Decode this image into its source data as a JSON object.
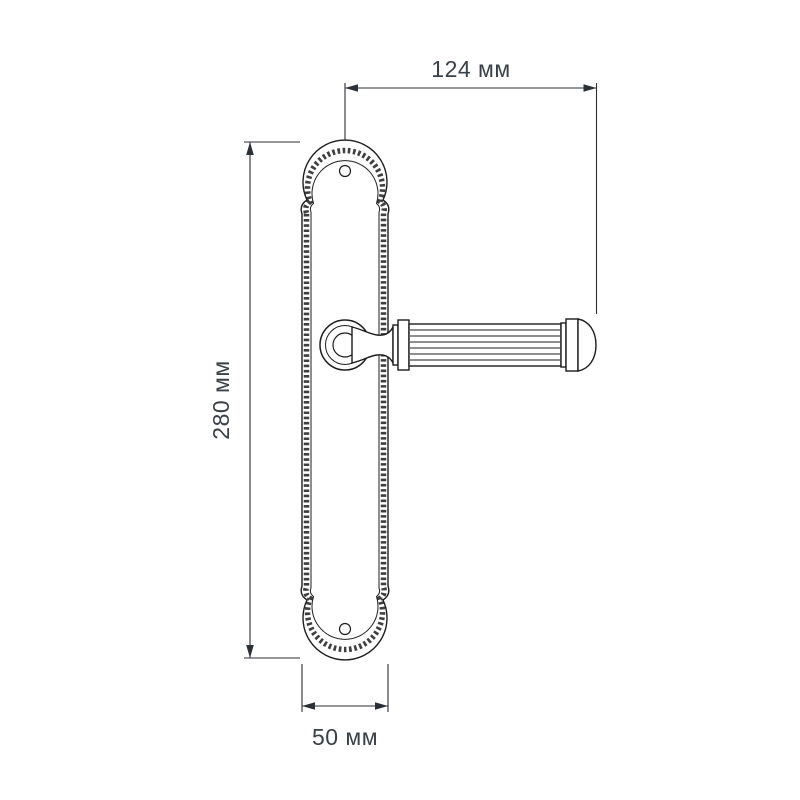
{
  "page": {
    "background": "#ffffff"
  },
  "drawing": {
    "subject": "door-lever-handle-on-long-backplate",
    "view": "front-elevation-with-dimensions",
    "colors": {
      "line": "#1d1d1d",
      "dimension": "#2b2f36",
      "text": "#3a4047"
    },
    "dimensions": {
      "handle_width": "124 мм",
      "plate_height": "280 мм",
      "plate_width": "50 мм"
    }
  }
}
